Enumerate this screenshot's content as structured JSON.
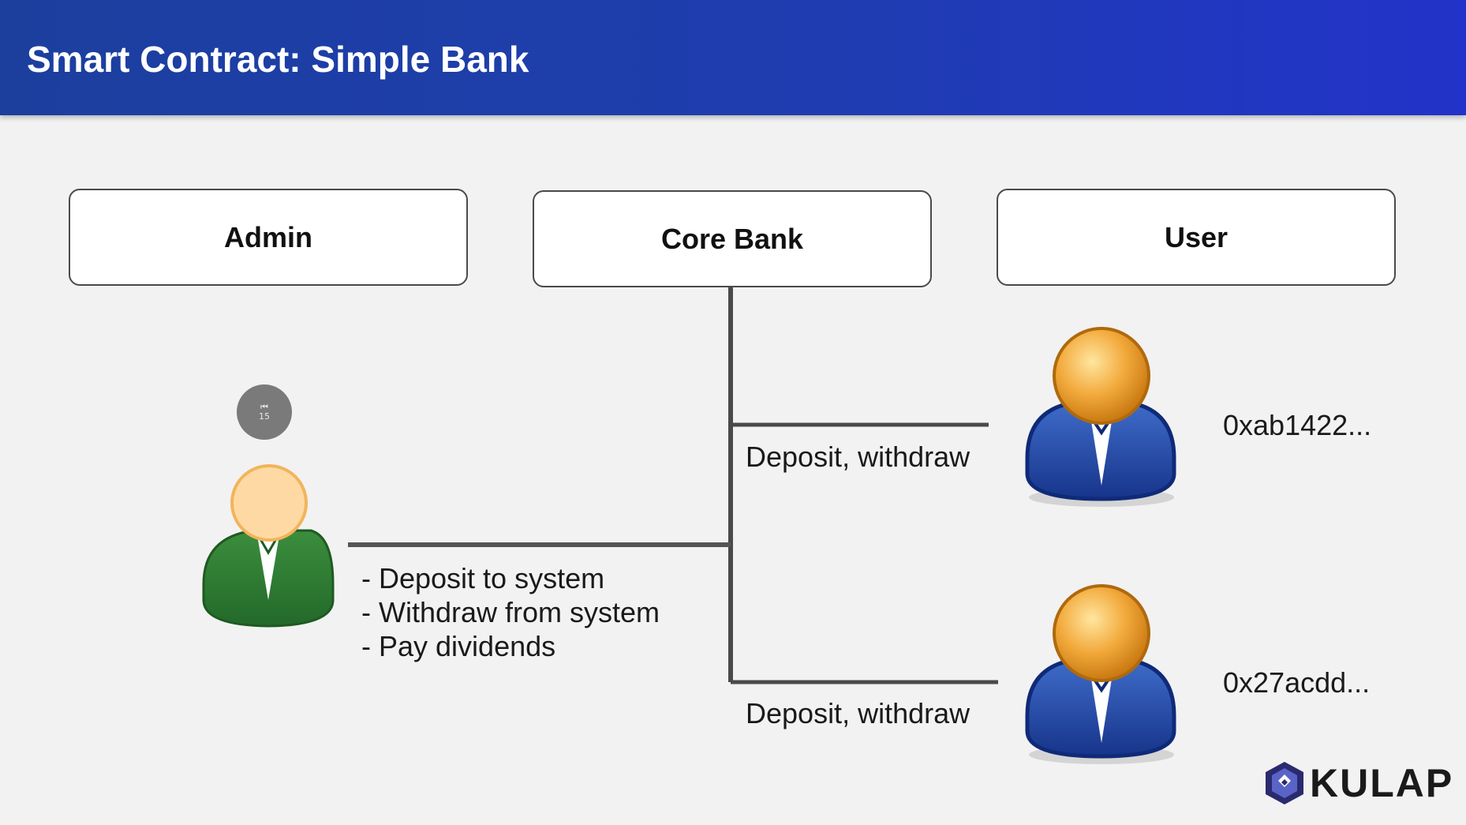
{
  "header": {
    "title": "Smart Contract: Simple Bank"
  },
  "boxes": {
    "admin": "Admin",
    "core_bank": "Core Bank",
    "user": "User"
  },
  "edges": {
    "user_1_label": "Deposit, withdraw",
    "user_2_label": "Deposit, withdraw"
  },
  "admin_actions": [
    "- Deposit to system",
    "- Withdraw from system",
    "- Pay dividends"
  ],
  "users": [
    {
      "address": "0xab1422..."
    },
    {
      "address": "0x27acdd..."
    }
  ],
  "replay_button": {
    "label": "15",
    "icon": "rewind-icon"
  },
  "logo": {
    "text": "KULAP"
  },
  "colors": {
    "header": "#1f3db0",
    "admin_body": "#2e7d32",
    "admin_head": "#ffd9a3",
    "user_body": "#234ea3",
    "user_head": "#f0a030",
    "line": "#4a4a4a"
  }
}
